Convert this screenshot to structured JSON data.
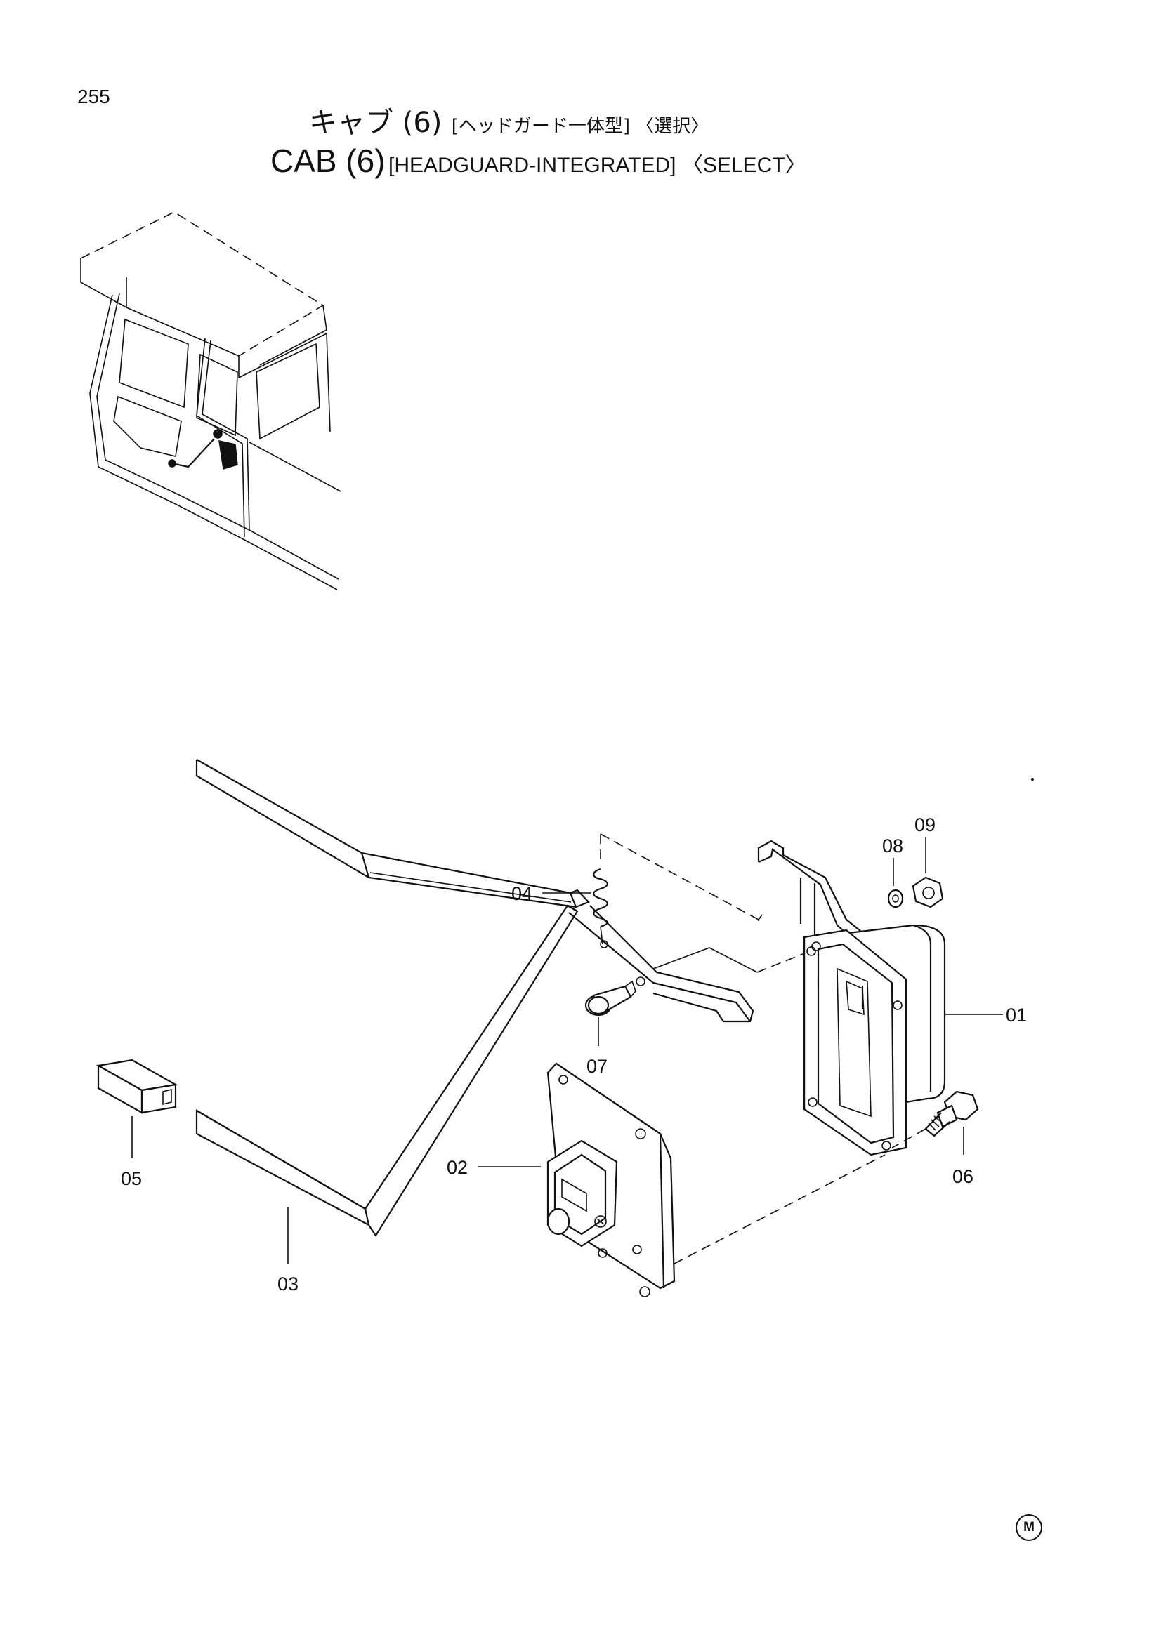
{
  "page_number": "255",
  "title": {
    "jp_main": "キャブ (6)",
    "jp_sub": "[ヘッドガード一体型] 〈選択〉",
    "en_main": "CAB (6)",
    "en_sub": "[HEADGUARD-INTEGRATED] 〈SELECT〉"
  },
  "callouts": {
    "p01": "01",
    "p02": "02",
    "p03": "03",
    "p04": "04",
    "p05": "05",
    "p06": "06",
    "p07": "07",
    "p08": "08",
    "p09": "09"
  },
  "corner_mark": "M"
}
